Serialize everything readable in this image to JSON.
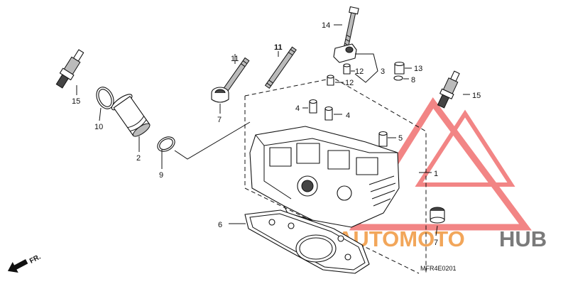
{
  "diagram_code": "MFR4E0201",
  "direction_label": "FR.",
  "watermark": {
    "text_a": "AUTOMOTO",
    "text_b": "HUB",
    "color_a": "#f2a65a",
    "color_b": "#7a7a7a",
    "triangle_color": "#f07070"
  },
  "callouts": {
    "c1": "1",
    "c2": "2",
    "c3": "3",
    "c4a": "4",
    "c4b": "4",
    "c5": "5",
    "c6": "6",
    "c7a": "7",
    "c7b": "7",
    "c8": "8",
    "c9": "9",
    "c10": "10",
    "c11a": "11",
    "c11b": "11",
    "c12a": "12",
    "c12b": "12",
    "c13": "13",
    "c14": "14",
    "c15a": "15",
    "c15b": "15"
  }
}
